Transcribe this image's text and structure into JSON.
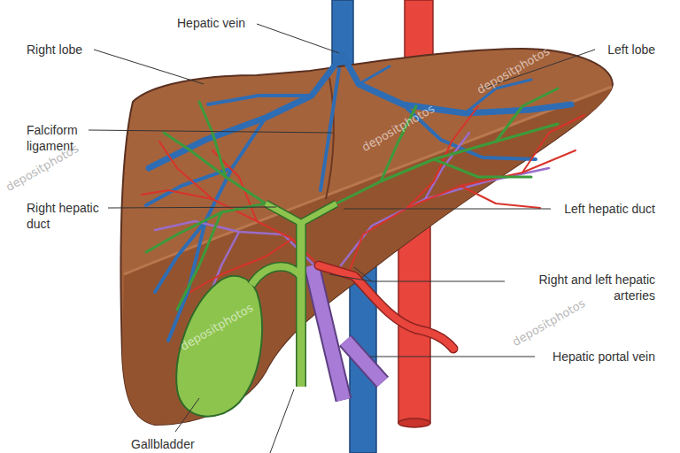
{
  "diagram": {
    "labels": [
      "Hepatic vein",
      "Right lobe",
      "Left lobe",
      "Falciform ligament",
      "Right hepatic duct",
      "Left hepatic duct",
      "Right and left hepatic arteries",
      "Hepatic portal vein",
      "Gallbladder",
      "depositphotos",
      "depositphotos",
      "depositphotos",
      "depositphotos",
      "depositphotos"
    ]
  }
}
